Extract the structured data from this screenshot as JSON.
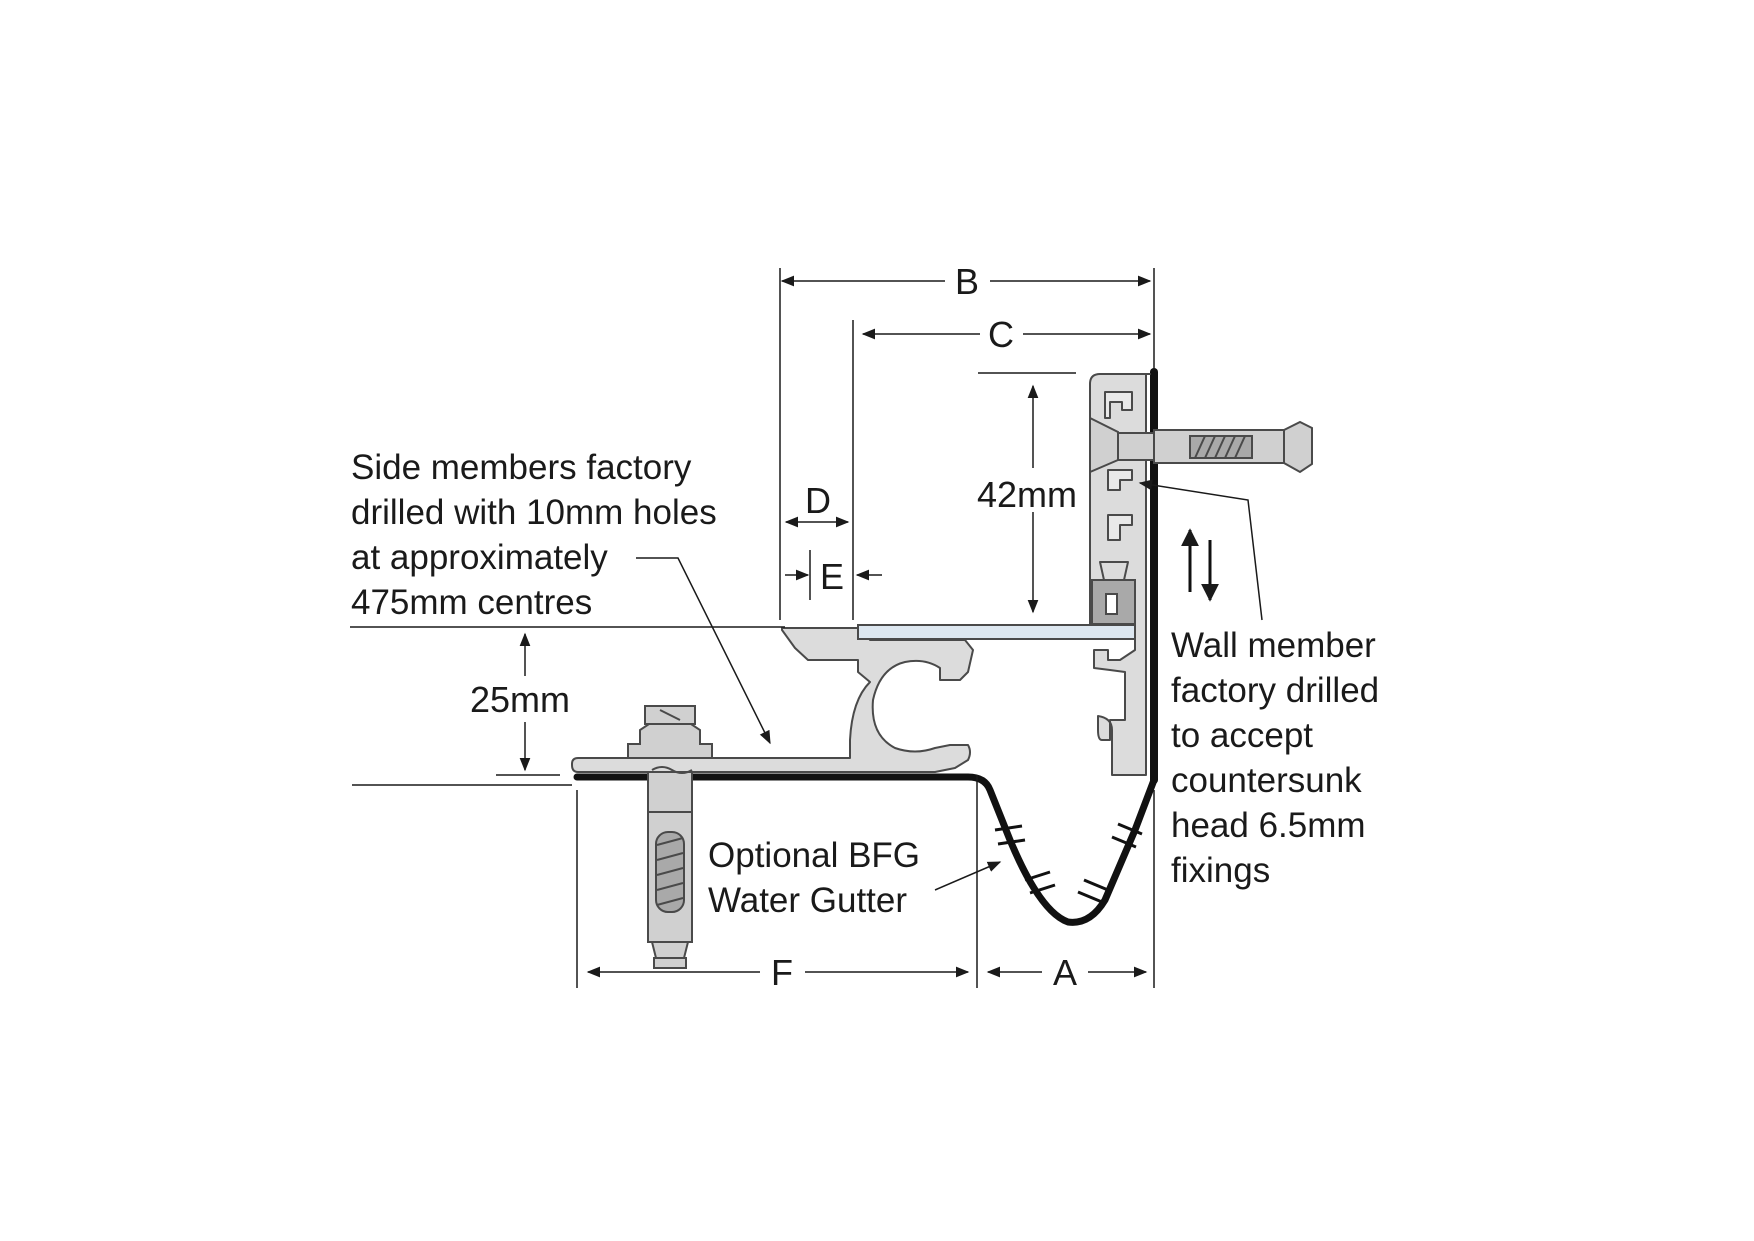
{
  "dimensions": {
    "A": "A",
    "B": "B",
    "C": "C",
    "D": "D",
    "E": "E",
    "F": "F",
    "height_42": "42mm",
    "height_25": "25mm"
  },
  "notes": {
    "side_members": [
      "Side members factory",
      "drilled with 10mm holes",
      "at approximately",
      "475mm centres"
    ],
    "wall_member": [
      "Wall member",
      "factory drilled",
      "to accept",
      "countersunk",
      "head 6.5mm",
      "fixings"
    ],
    "gutter": [
      "Optional BFG",
      "Water Gutter"
    ]
  },
  "colors": {
    "aluminium": "#dcdcdc",
    "glass": "#dde7f0",
    "outline": "#4a4a4a",
    "wall_black": "#111111"
  }
}
